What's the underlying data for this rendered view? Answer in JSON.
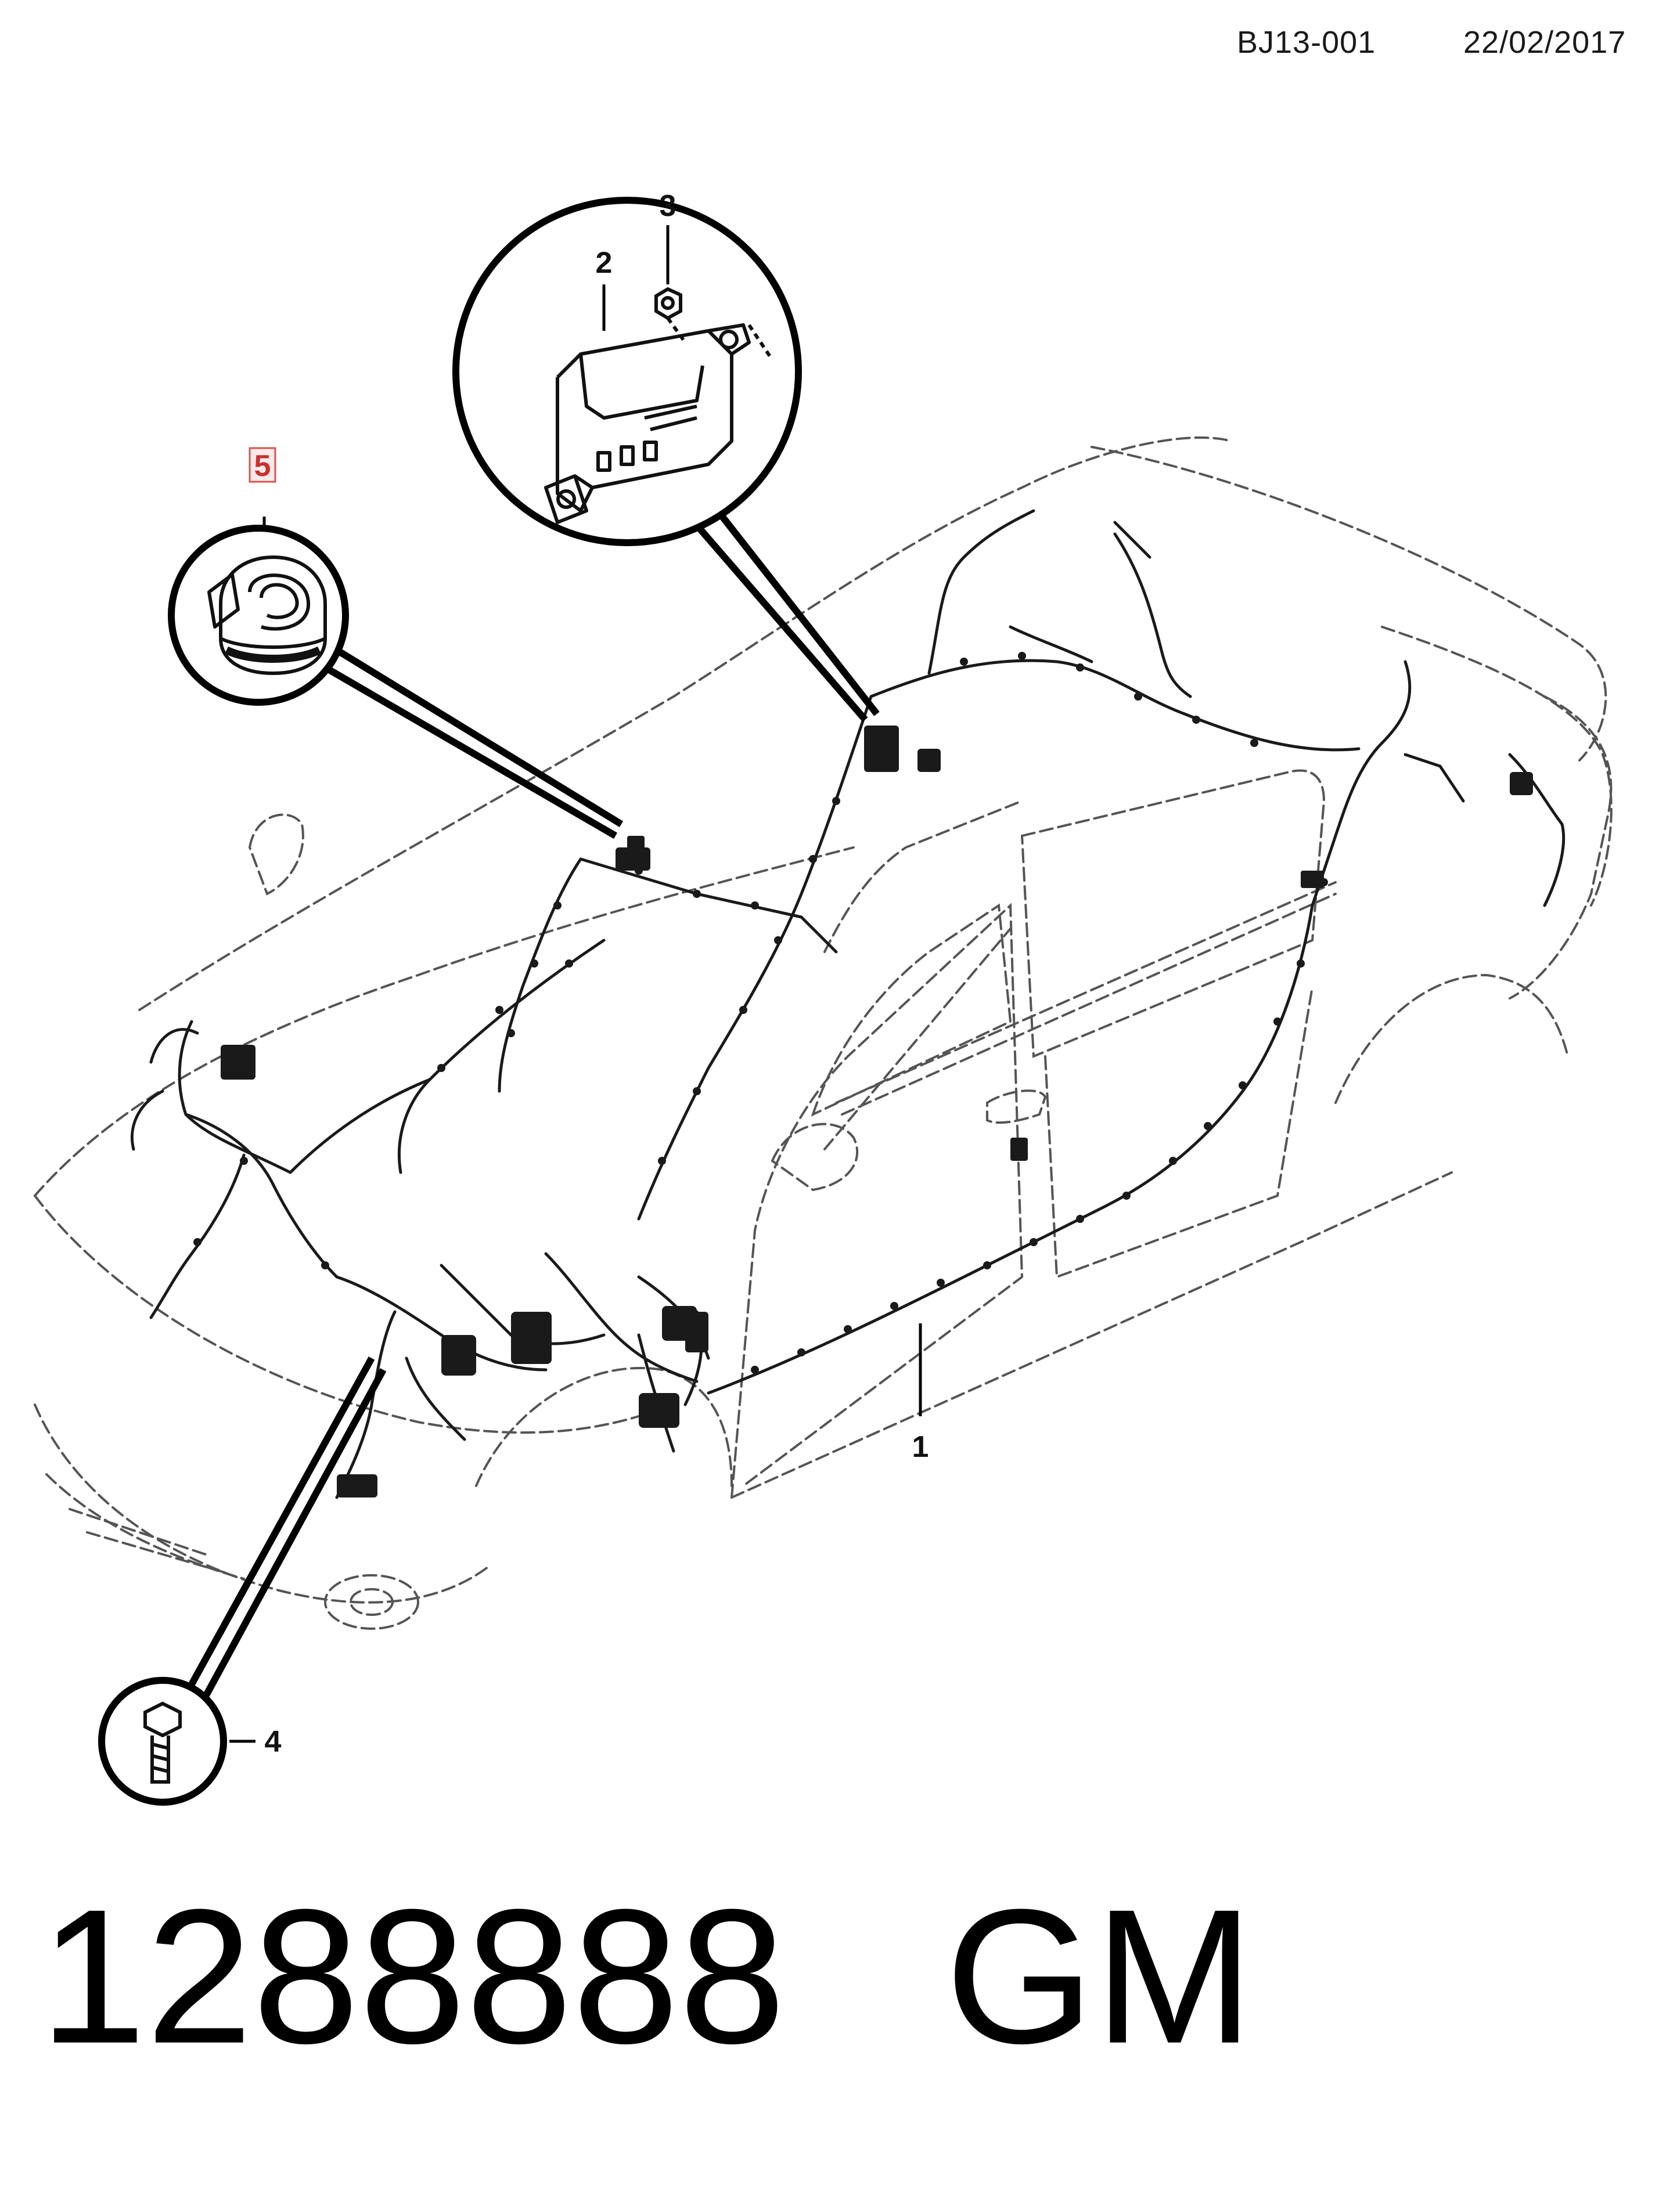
{
  "header": {
    "code": "BJ13-001",
    "date": "22/02/2017"
  },
  "callouts": [
    {
      "label": "1",
      "part": "wiring-harness"
    },
    {
      "label": "2",
      "part": "bracket"
    },
    {
      "label": "3",
      "part": "nut"
    },
    {
      "label": "4",
      "part": "bolt"
    },
    {
      "label": "5",
      "part": "clip",
      "highlighted": true,
      "highlight_color": "#d9534f"
    }
  ],
  "footer": {
    "part_number": "1288888",
    "brand": "GM"
  },
  "colors": {
    "line": "#111111",
    "hatch": "#7a7a7a",
    "highlight": "#d9534f"
  }
}
